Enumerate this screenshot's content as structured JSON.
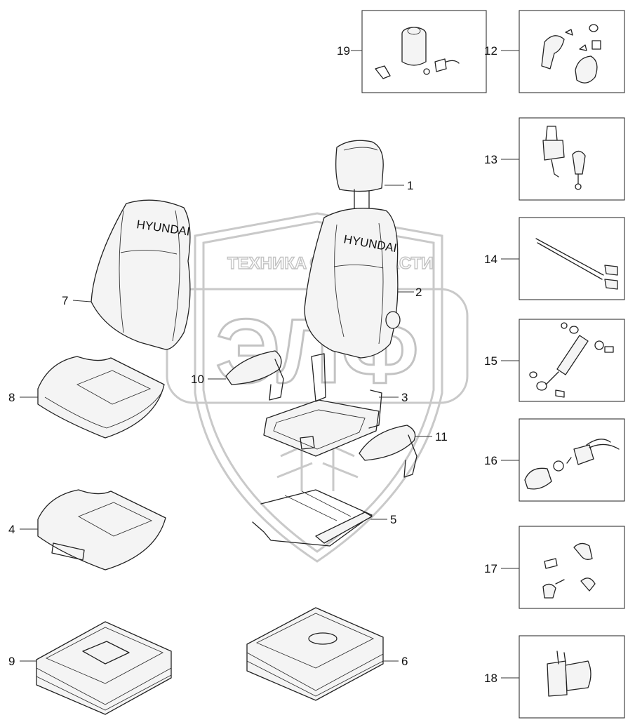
{
  "watermark": {
    "line1_left": "ТЕХНИКА",
    "line1_right": "ЗАПЧАСТИ",
    "big": "ЭЛФ"
  },
  "seat_brand": "HYUNDAI",
  "callouts": {
    "c1": "1",
    "c2": "2",
    "c3": "3",
    "c4": "4",
    "c5": "5",
    "c6": "6",
    "c7": "7",
    "c8": "8",
    "c9": "9",
    "c10": "10",
    "c11": "11",
    "c12": "12",
    "c13": "13",
    "c14": "14",
    "c15": "15",
    "c16": "16",
    "c17": "17",
    "c18": "18",
    "c19": "19"
  }
}
